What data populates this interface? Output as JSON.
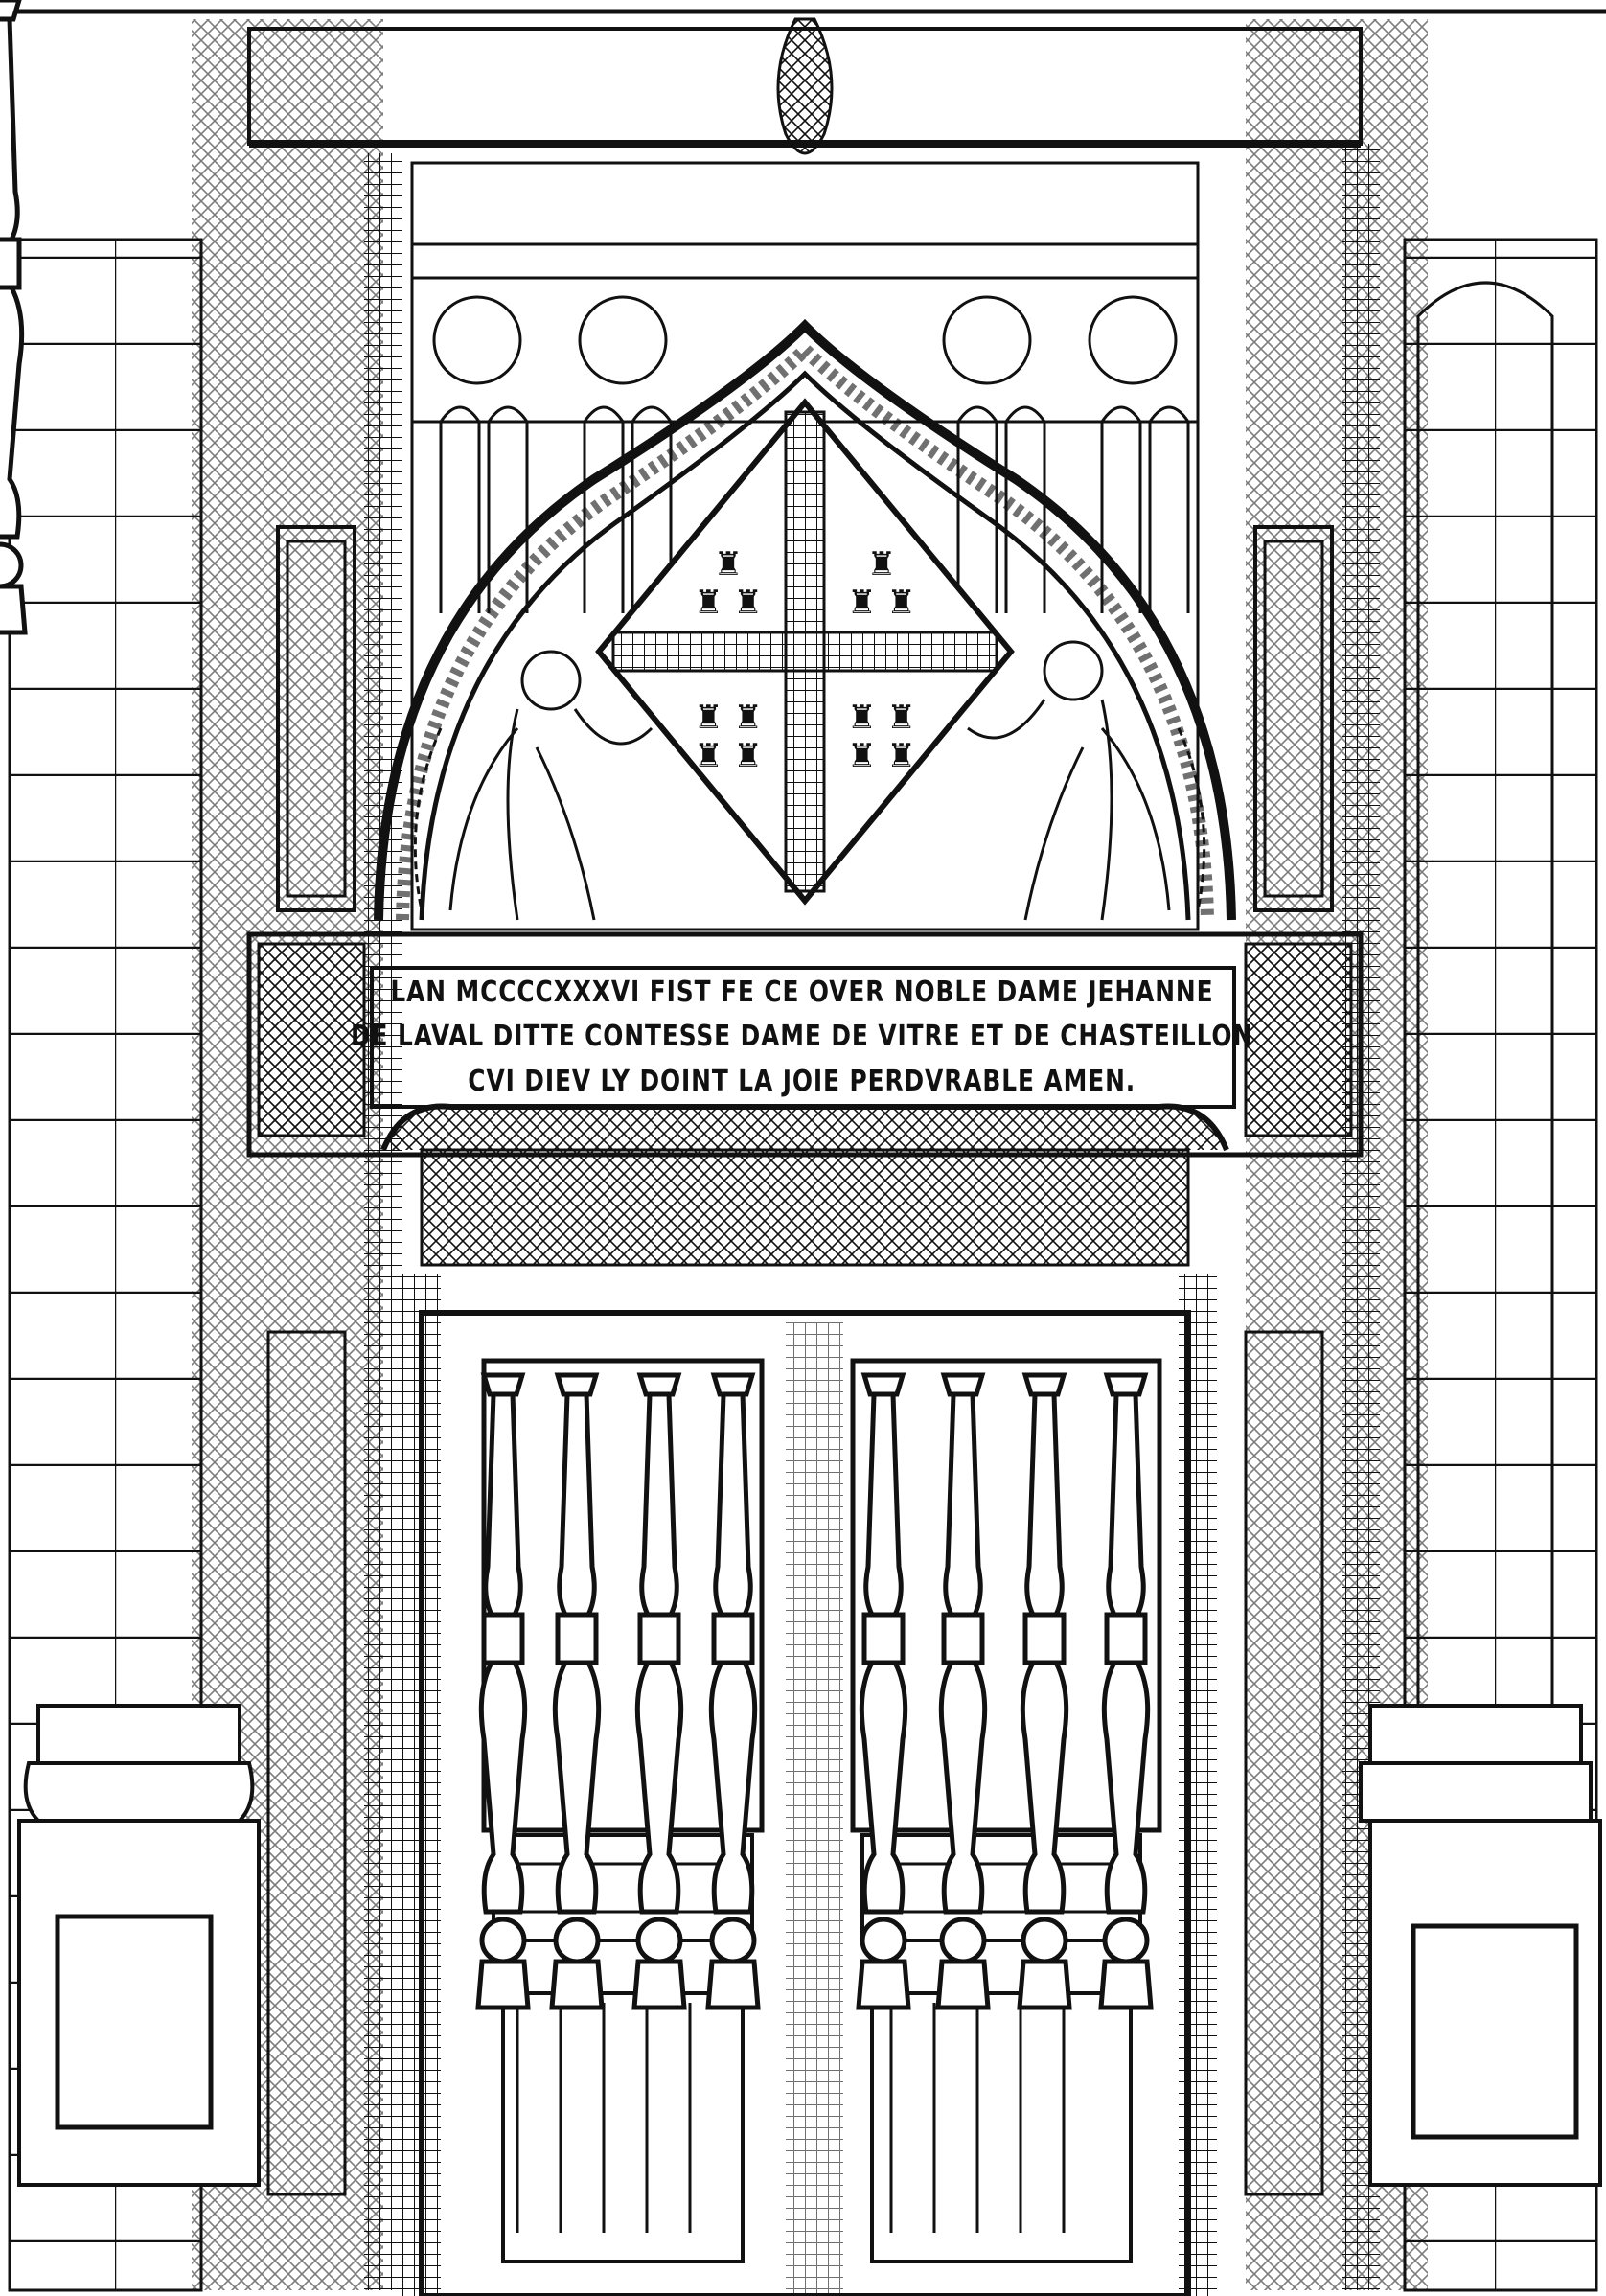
{
  "artwork": {
    "type": "architectural engraving",
    "subject": "Gothic doorway with coat of arms held by two angels, inscribed lintel and balustered double doors",
    "palette": {
      "ink": "#111111",
      "paper": "#ffffff"
    }
  },
  "inscription": {
    "lines": [
      "LAN MCCCCXXXVI FIST FE CE OVER NOBLE DAME JEHANNE",
      "DE LAVAL DITTE CONTESSE DAME DE VITRE ET DE CHASTEILLON",
      "CVI DIEV LY DOINT LA JOIE PERDVRABLE AMEN."
    ]
  },
  "elements": {
    "coat_of_arms": "lozenge shield with cross and eagles, held by two angels",
    "doors": {
      "leaves": 2,
      "balusters_per_leaf": 4
    }
  }
}
